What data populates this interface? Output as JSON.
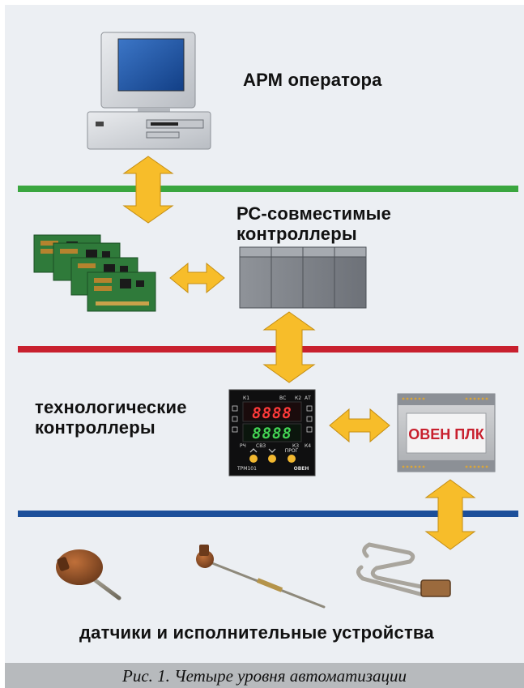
{
  "labels": {
    "operator_ws": "АРМ оператора",
    "pc_controllers": [
      "РС-совместимые",
      "контроллеры"
    ],
    "tech_controllers": [
      "технологические",
      "контроллеры"
    ],
    "sensors": "датчики и исполнительные устройства"
  },
  "controller_panel": {
    "model": "ТРМ101",
    "brand": "ОВЕН",
    "display_top": "8888",
    "display_bottom": "8888",
    "button_prog": "ПРОГ",
    "indicators": [
      "К1",
      "ВС",
      "К2",
      "АТ",
      "РЧ",
      "СВЗ",
      "К3",
      "К4"
    ]
  },
  "plc_label": "ОВЕН ПЛК",
  "caption": "Рис. 1. Четыре уровня автоматизации",
  "colors": {
    "line_top": "#3aa63f",
    "line_mid": "#c8202e",
    "line_bottom": "#1c4f9a",
    "arrow": "#f7bd2a",
    "plc_text": "#c8202e"
  }
}
